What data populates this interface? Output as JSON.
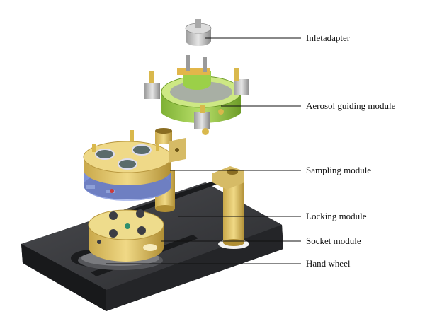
{
  "labels": {
    "inlet": "Inletadapter",
    "aerosol": "Aerosol guiding module",
    "sampling": "Sampling module",
    "locking": "Locking module",
    "socket": "Socket module",
    "handwheel": "Hand wheel"
  }
}
